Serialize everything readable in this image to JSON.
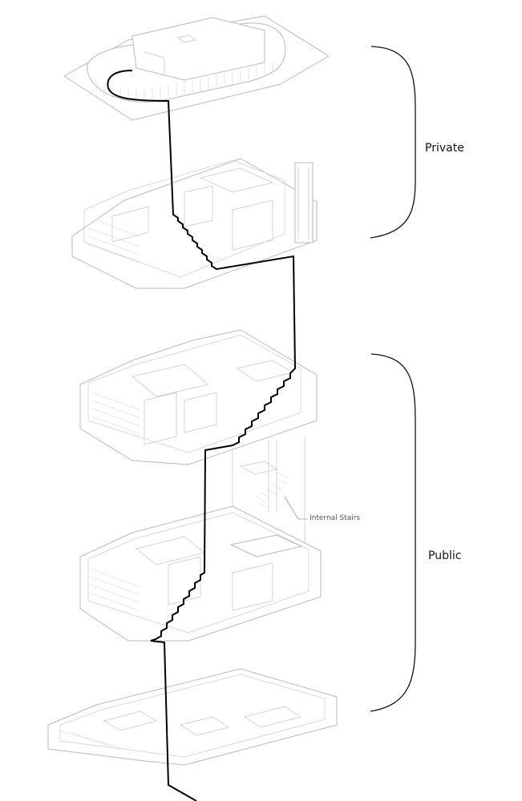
{
  "labels": {
    "private": "Private",
    "public": "Public",
    "internal_stairs": "Internal Stairs"
  },
  "colors": {
    "outline": "#b9b9b9",
    "circulation_path": "#000000",
    "brace": "#111111",
    "text": "#111111"
  }
}
